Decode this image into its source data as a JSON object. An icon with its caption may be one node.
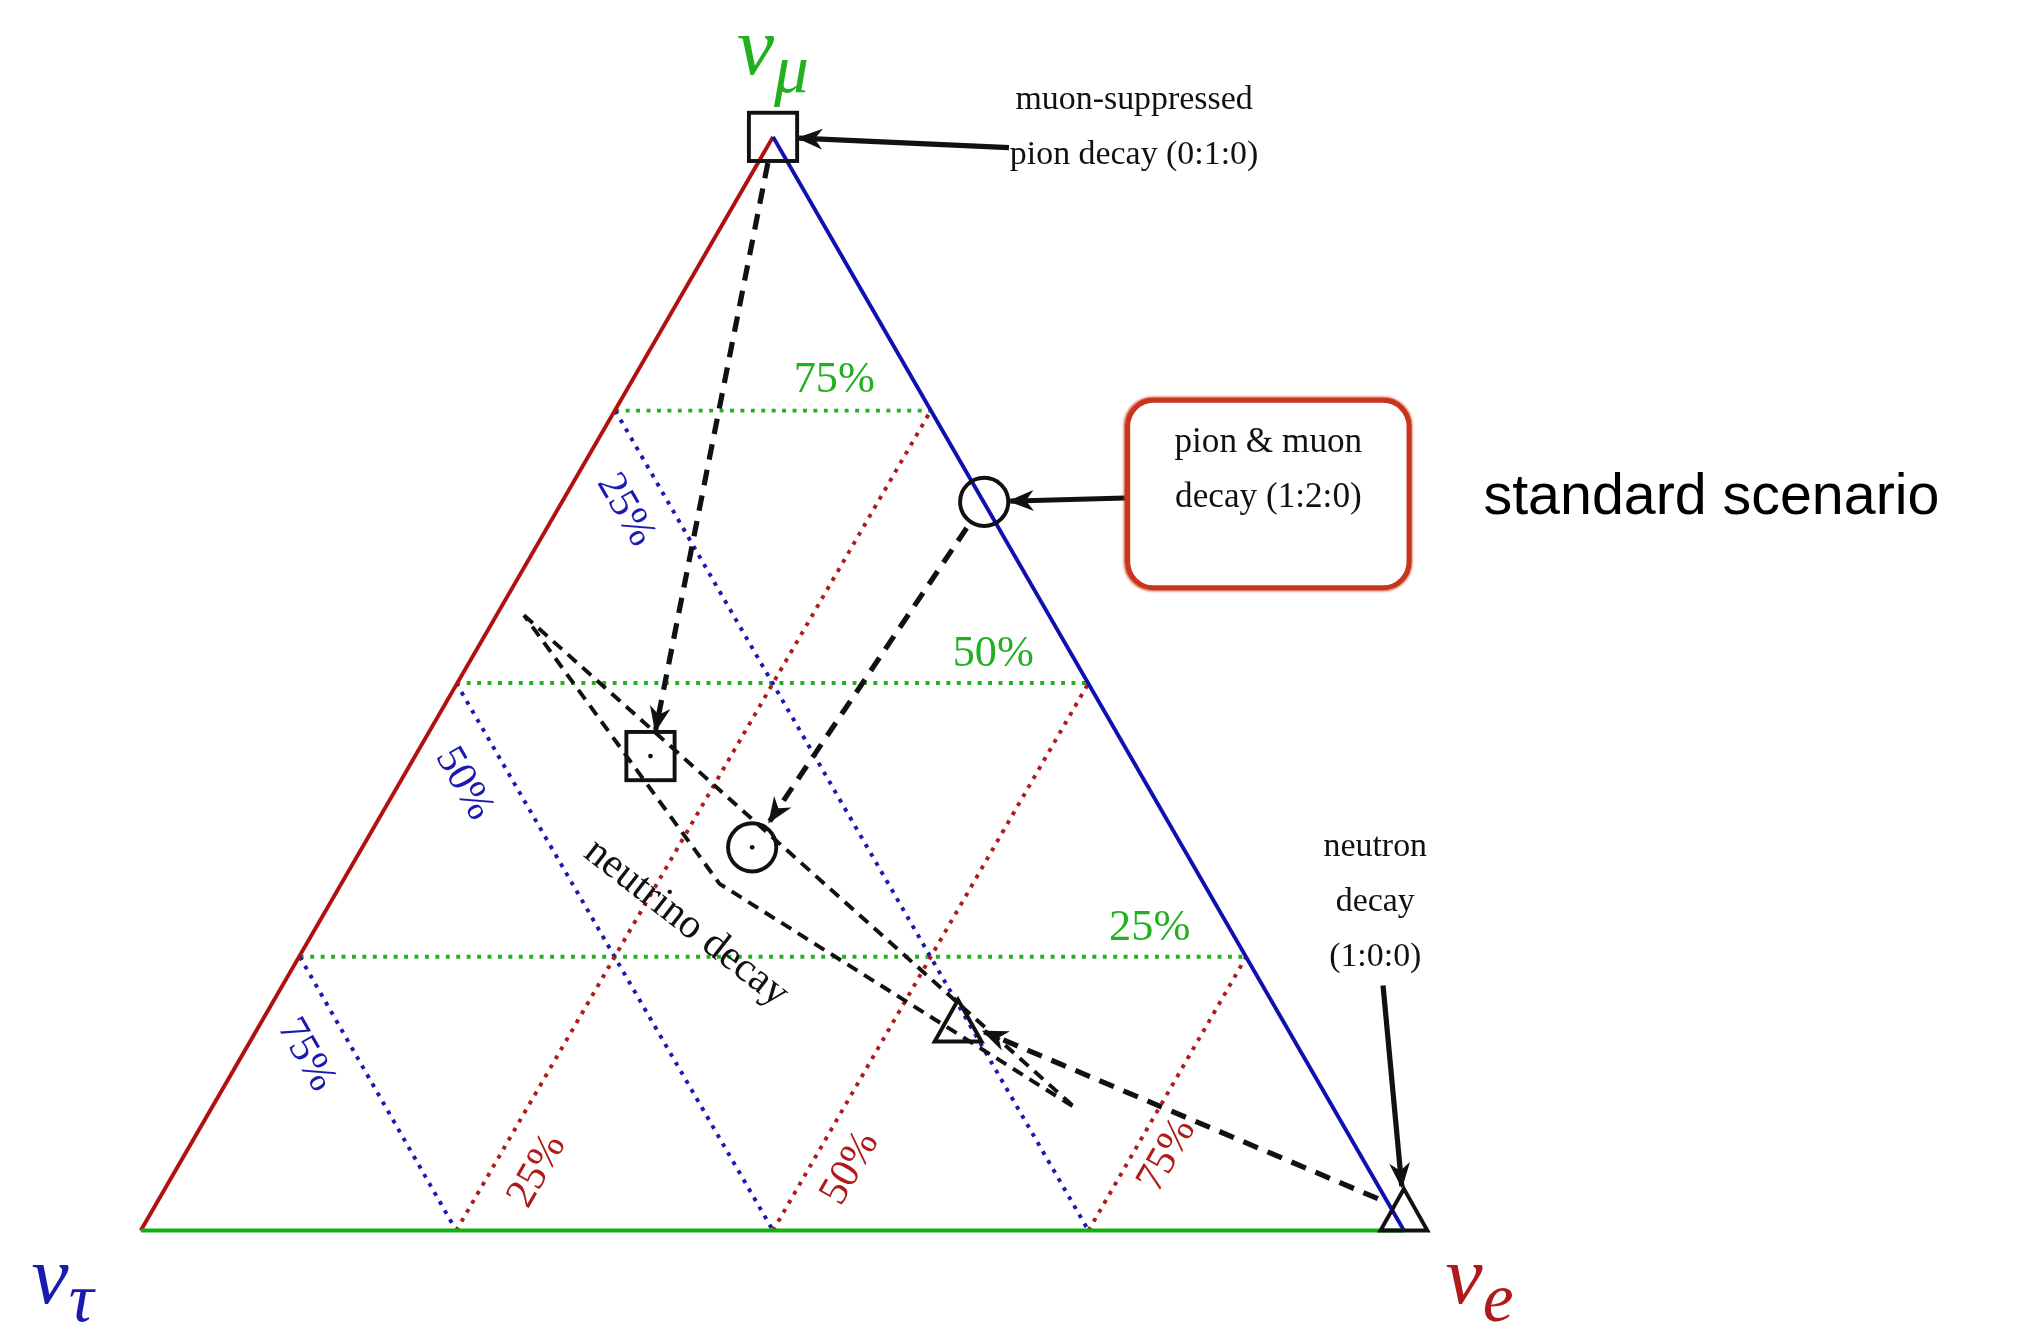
{
  "diagram": {
    "nodes": [
      {
        "text": [
          "muon-suppressed pion decay (0:1:0)"
        ]
      },
      {
        "text": [],
        "shape": "box"
      },
      {
        "text": [
          "pion & muon decay (1:2:0)"
        ],
        "beside": [
          "standard scenario"
        ]
      },
      {
        "text": [],
        "shape": "circle"
      },
      {
        "text": [
          "neutron decay (1:0:0)"
        ]
      },
      {
        "text": [],
        "shape": "triangle"
      },
      {
        "text": [],
        "shape": "box",
        "in": 9
      },
      {
        "text": [],
        "shape": "circle",
        "in": 9
      },
      {
        "text": [],
        "shape": "triangle",
        "in": 9
      },
      {
        "text": [
          "neutrino decay"
        ]
      }
    ],
    "edges": [
      {
        "from": 0,
        "to": 1,
        "arrow": "to"
      },
      {
        "from": 2,
        "to": 3,
        "arrow": "to"
      },
      {
        "from": 4,
        "to": 5,
        "arrow": "to"
      },
      {
        "from": 1,
        "to": 6,
        "arrow": "to",
        "style": "dashed"
      },
      {
        "from": 3,
        "to": 7,
        "arrow": "to",
        "style": "dashed"
      },
      {
        "from": 5,
        "to": 8,
        "arrow": "to",
        "style": "dashed"
      }
    ],
    "labels": [
      "ν$_{μ}$",
      "75%",
      "25%",
      "50%",
      "50%",
      "25%",
      "75%",
      "25%",
      "50%",
      "75%",
      "ν$_{τ}$",
      "ν$_{e}$"
    ]
  }
}
